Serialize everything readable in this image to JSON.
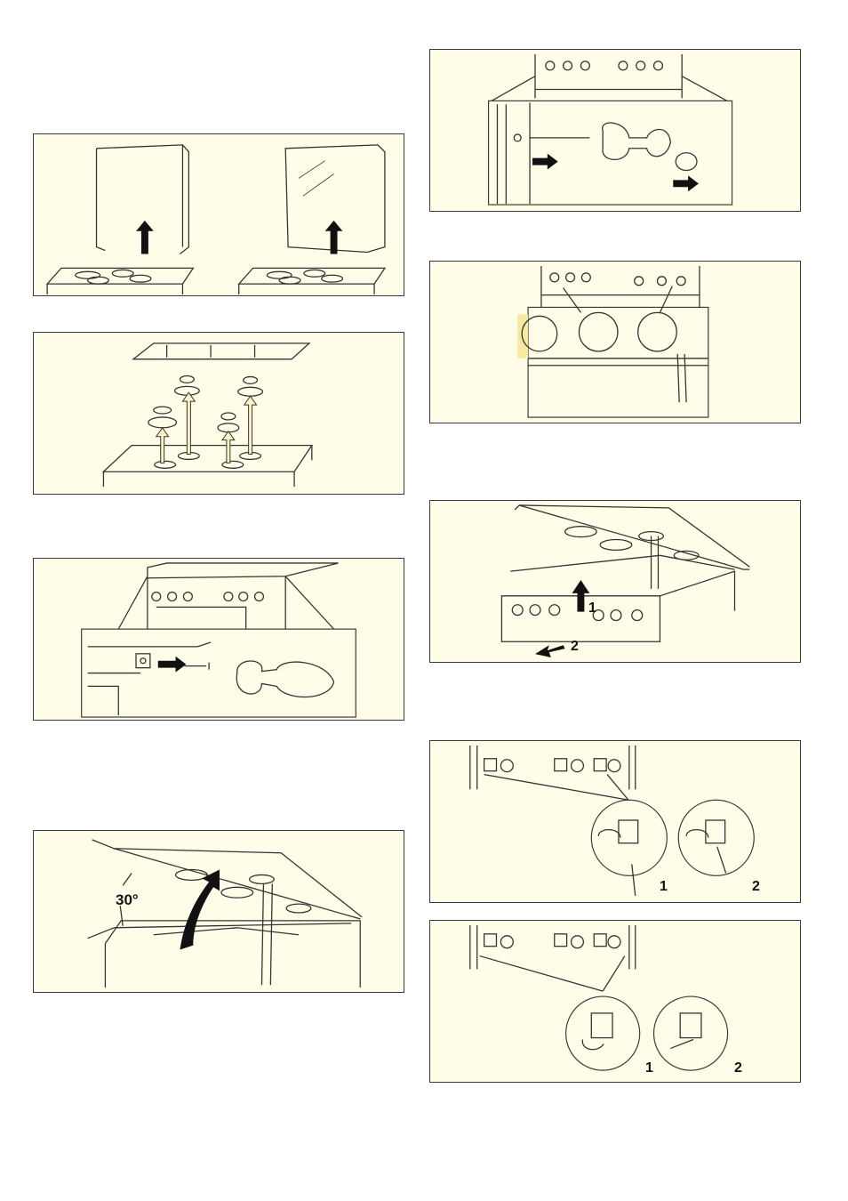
{
  "figures": {
    "lid_removal": {},
    "burner_parts": {},
    "side_screw": {},
    "hob_tilt": {
      "angle_label": "30°"
    },
    "rear_screw_cap": {},
    "knob_screws": {},
    "hob_lift": {
      "step1": "1",
      "step2": "2"
    },
    "tap_detach": {
      "step1": "1",
      "step2": "2"
    },
    "tap_attach": {
      "step1": "1",
      "step2": "2"
    }
  },
  "colors": {
    "panel_bg": "#fffde8",
    "border": "#3a3a3a",
    "arrow_fill": "#fbf3c4"
  }
}
